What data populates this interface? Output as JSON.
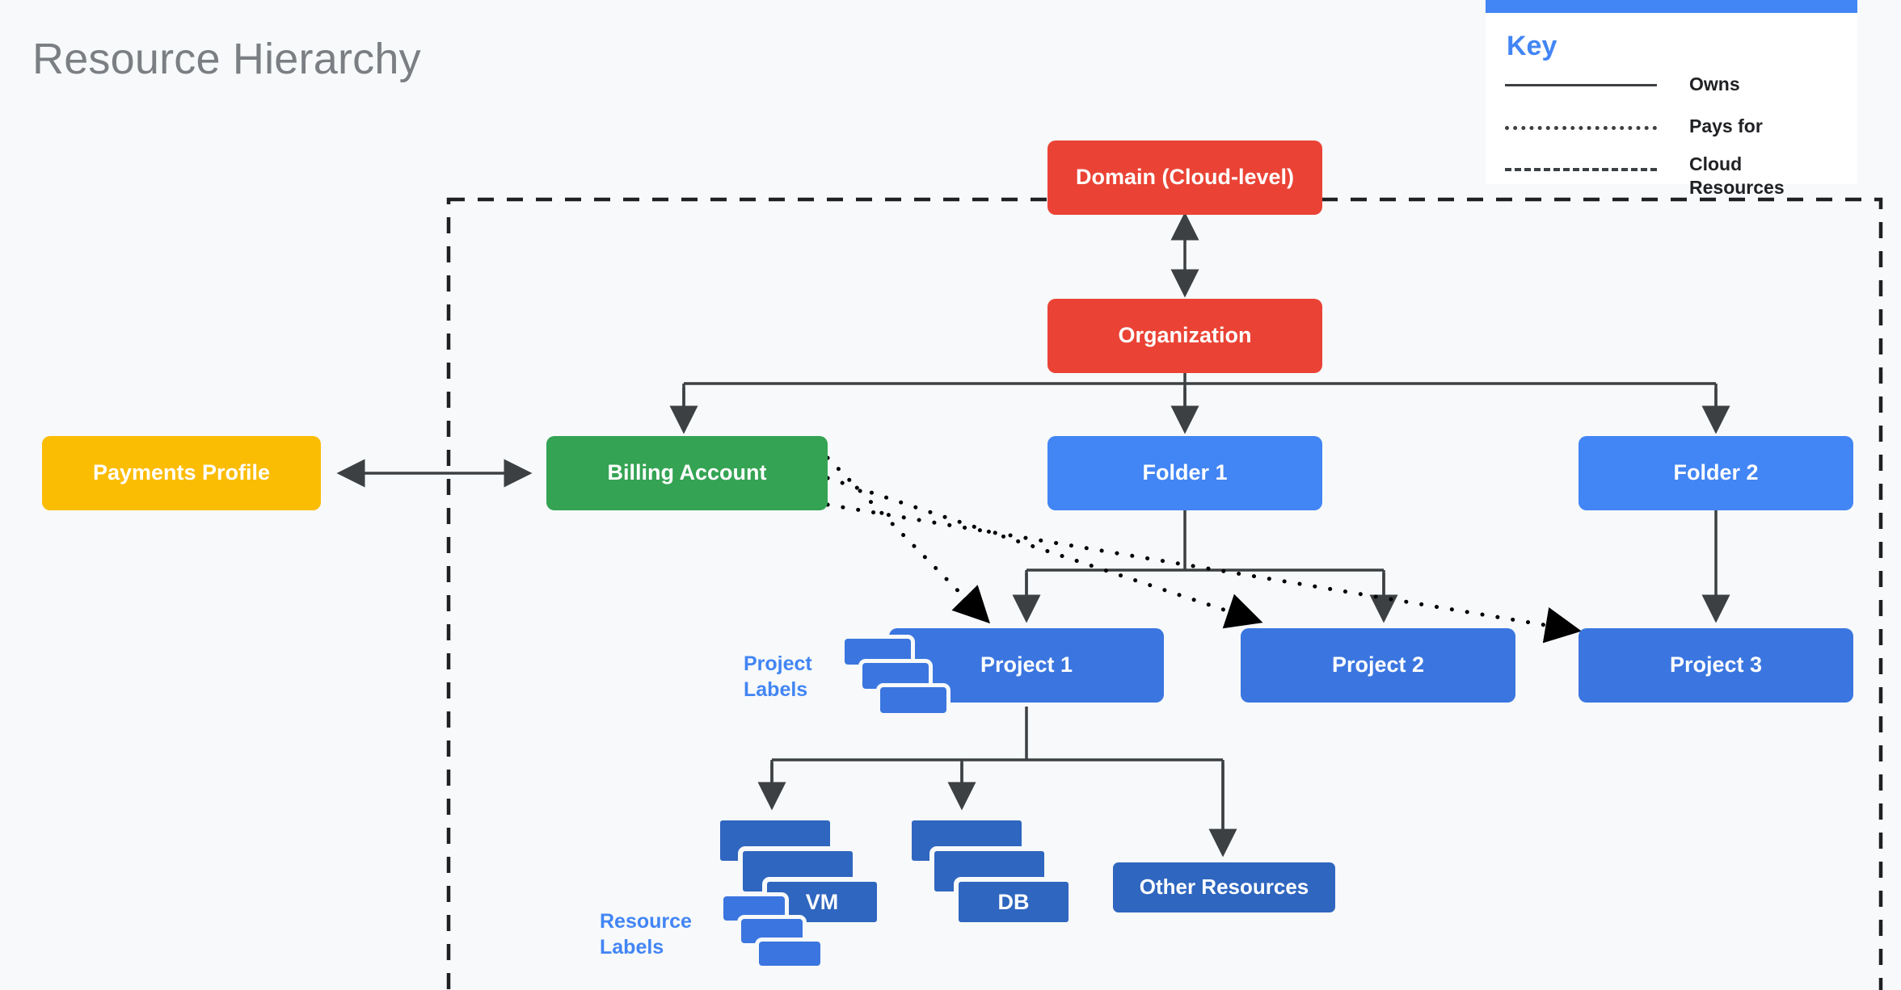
{
  "title": "Resource Hierarchy",
  "colors": {
    "background": "#f7f9fa",
    "red": "#ea4335",
    "yellow": "#fbbc04",
    "green": "#34a353",
    "blue": "#4285f4",
    "project_blue": "#3b76e0",
    "resource_blue": "#2f66bf",
    "line": "#3c4043",
    "title_gray": "#7b7f83"
  },
  "key": {
    "title": "Key",
    "rows": [
      {
        "style": "solid",
        "label": "Owns"
      },
      {
        "style": "dotted",
        "label": "Pays for"
      },
      {
        "style": "dashed",
        "label": "Cloud\nResources"
      }
    ]
  },
  "nodes": {
    "domain": "Domain (Cloud-level)",
    "organization": "Organization",
    "payments_profile": "Payments Profile",
    "billing_account": "Billing Account",
    "folder1": "Folder 1",
    "folder2": "Folder 2",
    "project1": "Project 1",
    "project2": "Project 2",
    "project3": "Project 3",
    "vm": "VM",
    "db": "DB",
    "other_resources": "Other Resources"
  },
  "captions": {
    "project_labels": "Project\nLabels",
    "resource_labels": "Resource\nLabels"
  },
  "boundary": {
    "name": "cloud-resources-boundary",
    "style": "dashed"
  },
  "edges": [
    {
      "from": "organization",
      "to": "domain",
      "type": "owns",
      "arrows": "both"
    },
    {
      "from": "organization",
      "to": "billing_account",
      "type": "owns",
      "arrows": "one"
    },
    {
      "from": "organization",
      "to": "folder1",
      "type": "owns",
      "arrows": "one"
    },
    {
      "from": "organization",
      "to": "folder2",
      "type": "owns",
      "arrows": "one"
    },
    {
      "from": "payments_profile",
      "to": "billing_account",
      "type": "owns",
      "arrows": "both"
    },
    {
      "from": "folder1",
      "to": "project1",
      "type": "owns",
      "arrows": "one"
    },
    {
      "from": "folder1",
      "to": "project2",
      "type": "owns",
      "arrows": "one"
    },
    {
      "from": "folder2",
      "to": "project3",
      "type": "owns",
      "arrows": "one"
    },
    {
      "from": "project1",
      "to": "vm",
      "type": "owns",
      "arrows": "one"
    },
    {
      "from": "project1",
      "to": "db",
      "type": "owns",
      "arrows": "one"
    },
    {
      "from": "project1",
      "to": "other_resources",
      "type": "owns",
      "arrows": "one"
    },
    {
      "from": "billing_account",
      "to": "project1",
      "type": "pays-for",
      "arrows": "one"
    },
    {
      "from": "billing_account",
      "to": "project2",
      "type": "pays-for",
      "arrows": "one"
    },
    {
      "from": "billing_account",
      "to": "project3",
      "type": "pays-for",
      "arrows": "one"
    }
  ]
}
